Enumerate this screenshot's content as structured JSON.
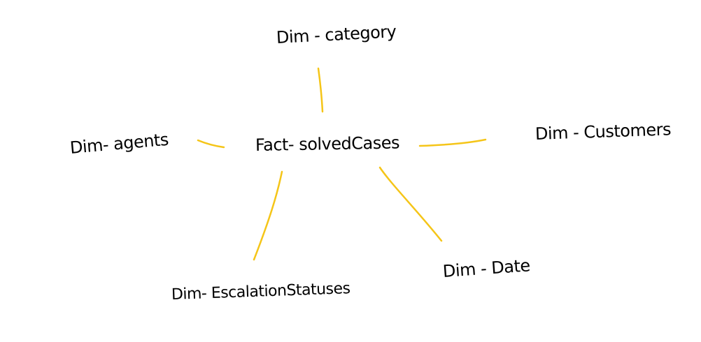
{
  "diagram": {
    "center": {
      "label": "Fact- solvedCases"
    },
    "top": {
      "label": "Dim - category"
    },
    "left": {
      "label": "Dim- agents"
    },
    "right": {
      "label": "Dim - Customers"
    },
    "bottom_right": {
      "label": "Dim - Date"
    },
    "bottom_left": {
      "label": "Dim- EscalationStatuses"
    }
  },
  "colors": {
    "edge": "#f5c518",
    "text": "#000000",
    "background": "#ffffff"
  }
}
